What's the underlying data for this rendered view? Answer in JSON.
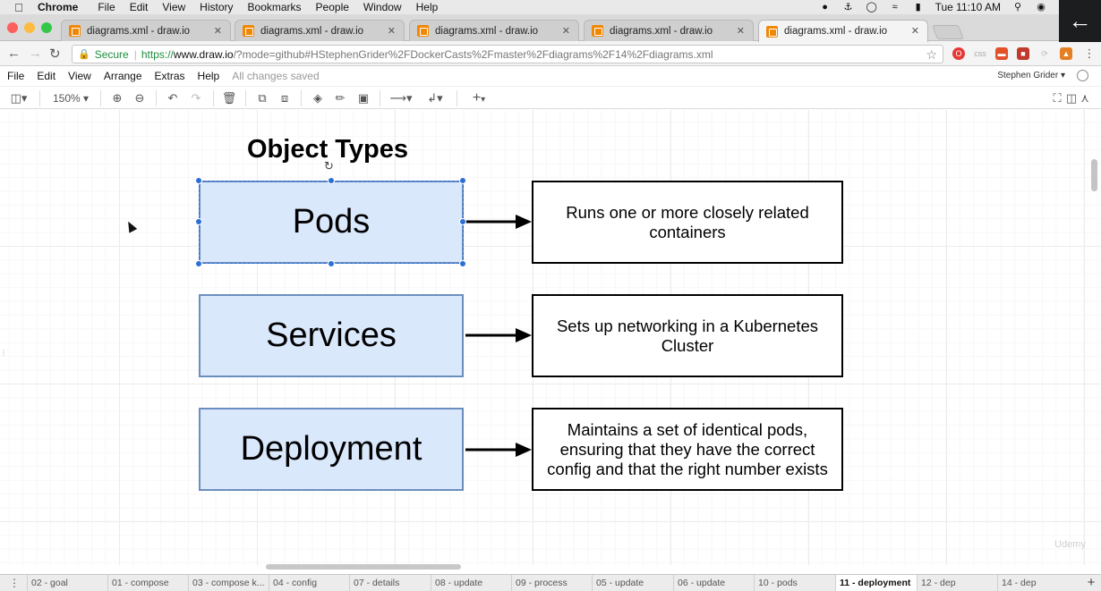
{
  "os_menubar": {
    "app": "Chrome",
    "items": [
      "File",
      "Edit",
      "View",
      "History",
      "Bookmarks",
      "People",
      "Window",
      "Help"
    ],
    "clock": "Tue 11:10 AM"
  },
  "tabs": [
    {
      "label": "diagrams.xml - draw.io",
      "active": false
    },
    {
      "label": "diagrams.xml - draw.io",
      "active": false
    },
    {
      "label": "diagrams.xml - draw.io",
      "active": false
    },
    {
      "label": "diagrams.xml - draw.io",
      "active": false
    },
    {
      "label": "diagrams.xml - draw.io",
      "active": true
    }
  ],
  "address": {
    "secure_label": "Secure",
    "protocol": "https://",
    "domain": "www.draw.io",
    "path": "/?mode=github#HStephenGrider%2FDockerCasts%2Fmaster%2Fdiagrams%2F14%2Fdiagrams.xml"
  },
  "app_menu": {
    "items": [
      "File",
      "Edit",
      "View",
      "Arrange",
      "Extras",
      "Help"
    ],
    "status": "All changes saved",
    "user": "Stephen Grider"
  },
  "toolbar": {
    "zoom": "150%"
  },
  "diagram": {
    "title": "Object Types",
    "objects": [
      {
        "name": "Pods",
        "description": "Runs one or more closely related containers"
      },
      {
        "name": "Services",
        "description": "Sets up networking in a Kubernetes Cluster"
      },
      {
        "name": "Deployment",
        "description": "Maintains a set of identical pods, ensuring that they have the correct config and that the right number exists"
      }
    ]
  },
  "watermark": "Udemy",
  "pages": [
    "02 - goal",
    "01 - compose",
    "03 - compose k...",
    "04 - config",
    "07 - details",
    "08 - update",
    "09 - process",
    "05 - update",
    "06 - update",
    "10 - pods",
    "11 - deployment",
    "12 - dep",
    "14 - dep"
  ],
  "active_page": "11 - deployment",
  "colors": {
    "object_fill": "#dae8fc",
    "object_stroke": "#6c8ebf",
    "selection": "#2b6fd6",
    "drawio_orange": "#f08705"
  }
}
